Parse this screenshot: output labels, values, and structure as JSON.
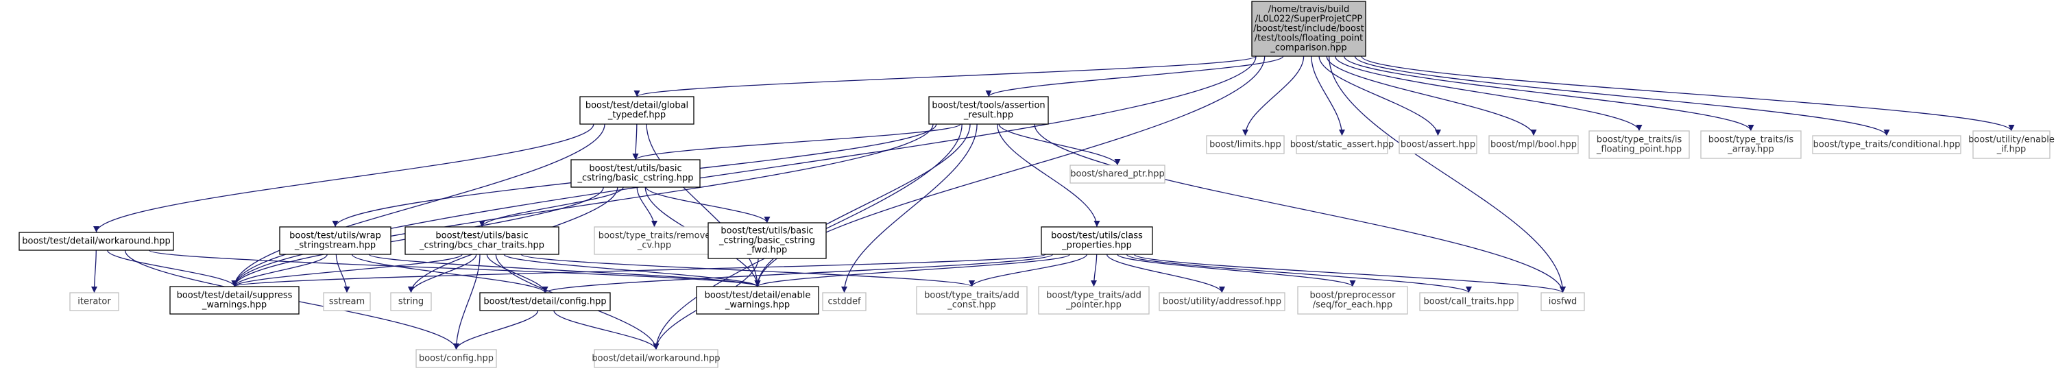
{
  "diagram": {
    "colors": {
      "edge": "#191970",
      "root_fill": "#bfbfbf",
      "external_border": "#bfbfbf",
      "internal_border": "#000000"
    },
    "nodes": [
      {
        "id": "root",
        "kind": "root",
        "lines": [
          "/home/travis/build",
          "/L0L022/SuperProjetCPP",
          "/boost/test/include/boost",
          "/test/tools/floating_point",
          "_comparison.hpp"
        ]
      },
      {
        "id": "global_typedef",
        "kind": "main",
        "lines": [
          "boost/test/detail/global",
          "_typedef.hpp"
        ]
      },
      {
        "id": "assertion_result",
        "kind": "main",
        "lines": [
          "boost/test/tools/assertion",
          "_result.hpp"
        ]
      },
      {
        "id": "limits",
        "kind": "ext",
        "lines": [
          "boost/limits.hpp"
        ]
      },
      {
        "id": "static_assert",
        "kind": "ext",
        "lines": [
          "boost/static_assert.hpp"
        ]
      },
      {
        "id": "assert",
        "kind": "ext",
        "lines": [
          "boost/assert.hpp"
        ]
      },
      {
        "id": "mpl_bool",
        "kind": "ext",
        "lines": [
          "boost/mpl/bool.hpp"
        ]
      },
      {
        "id": "is_floating_point",
        "kind": "ext",
        "lines": [
          "boost/type_traits/is",
          "_floating_point.hpp"
        ]
      },
      {
        "id": "is_array",
        "kind": "ext",
        "lines": [
          "boost/type_traits/is",
          "_array.hpp"
        ]
      },
      {
        "id": "conditional",
        "kind": "ext",
        "lines": [
          "boost/type_traits/conditional.hpp"
        ]
      },
      {
        "id": "enable_if",
        "kind": "ext",
        "lines": [
          "boost/utility/enable",
          "_if.hpp"
        ]
      },
      {
        "id": "basic_cstring",
        "kind": "main",
        "lines": [
          "boost/test/utils/basic",
          "_cstring/basic_cstring.hpp"
        ]
      },
      {
        "id": "shared_ptr",
        "kind": "ext",
        "lines": [
          "boost/shared_ptr.hpp"
        ]
      },
      {
        "id": "workaround_test",
        "kind": "main",
        "lines": [
          "boost/test/detail/workaround.hpp"
        ]
      },
      {
        "id": "wrap_stringstream",
        "kind": "main",
        "lines": [
          "boost/test/utils/wrap",
          "_stringstream.hpp"
        ]
      },
      {
        "id": "bcs_char_traits",
        "kind": "main",
        "lines": [
          "boost/test/utils/basic",
          "_cstring/bcs_char_traits.hpp"
        ]
      },
      {
        "id": "remove_cv",
        "kind": "ext",
        "lines": [
          "boost/type_traits/remove",
          "_cv.hpp"
        ]
      },
      {
        "id": "basic_cstring_fwd",
        "kind": "main",
        "lines": [
          "boost/test/utils/basic",
          "_cstring/basic_cstring",
          "_fwd.hpp"
        ]
      },
      {
        "id": "class_properties",
        "kind": "main",
        "lines": [
          "boost/test/utils/class",
          "_properties.hpp"
        ]
      },
      {
        "id": "iterator",
        "kind": "ext",
        "lines": [
          "iterator"
        ]
      },
      {
        "id": "suppress_warnings",
        "kind": "main",
        "lines": [
          "boost/test/detail/suppress",
          "_warnings.hpp"
        ]
      },
      {
        "id": "sstream",
        "kind": "ext",
        "lines": [
          "sstream"
        ]
      },
      {
        "id": "string",
        "kind": "ext",
        "lines": [
          "string"
        ]
      },
      {
        "id": "config_test",
        "kind": "main",
        "lines": [
          "boost/test/detail/config.hpp"
        ]
      },
      {
        "id": "enable_warnings",
        "kind": "main",
        "lines": [
          "boost/test/detail/enable",
          "_warnings.hpp"
        ]
      },
      {
        "id": "cstddef",
        "kind": "ext",
        "lines": [
          "cstddef"
        ]
      },
      {
        "id": "add_const",
        "kind": "ext",
        "lines": [
          "boost/type_traits/add",
          "_const.hpp"
        ]
      },
      {
        "id": "add_pointer",
        "kind": "ext",
        "lines": [
          "boost/type_traits/add",
          "_pointer.hpp"
        ]
      },
      {
        "id": "addressof",
        "kind": "ext",
        "lines": [
          "boost/utility/addressof.hpp"
        ]
      },
      {
        "id": "seq_for_each",
        "kind": "ext",
        "lines": [
          "boost/preprocessor",
          "/seq/for_each.hpp"
        ]
      },
      {
        "id": "call_traits",
        "kind": "ext",
        "lines": [
          "boost/call_traits.hpp"
        ]
      },
      {
        "id": "iosfwd",
        "kind": "ext",
        "lines": [
          "iosfwd"
        ]
      },
      {
        "id": "boost_config",
        "kind": "ext",
        "lines": [
          "boost/config.hpp"
        ]
      },
      {
        "id": "detail_workaround",
        "kind": "ext",
        "lines": [
          "boost/detail/workaround.hpp"
        ]
      }
    ],
    "edges": [
      [
        "root",
        "global_typedef"
      ],
      [
        "root",
        "assertion_result"
      ],
      [
        "root",
        "limits"
      ],
      [
        "root",
        "static_assert"
      ],
      [
        "root",
        "assert"
      ],
      [
        "root",
        "mpl_bool"
      ],
      [
        "root",
        "is_floating_point"
      ],
      [
        "root",
        "is_array"
      ],
      [
        "root",
        "conditional"
      ],
      [
        "root",
        "enable_if"
      ],
      [
        "root",
        "suppress_warnings"
      ],
      [
        "root",
        "enable_warnings"
      ],
      [
        "root",
        "iosfwd"
      ],
      [
        "global_typedef",
        "basic_cstring"
      ],
      [
        "global_typedef",
        "workaround_test"
      ],
      [
        "global_typedef",
        "suppress_warnings"
      ],
      [
        "global_typedef",
        "enable_warnings"
      ],
      [
        "assertion_result",
        "basic_cstring"
      ],
      [
        "assertion_result",
        "shared_ptr"
      ],
      [
        "assertion_result",
        "wrap_stringstream"
      ],
      [
        "assertion_result",
        "class_properties"
      ],
      [
        "assertion_result",
        "suppress_warnings"
      ],
      [
        "assertion_result",
        "enable_warnings"
      ],
      [
        "assertion_result",
        "cstddef"
      ],
      [
        "assertion_result",
        "iosfwd"
      ],
      [
        "assertion_result",
        "detail_workaround"
      ],
      [
        "basic_cstring",
        "bcs_char_traits"
      ],
      [
        "basic_cstring",
        "remove_cv"
      ],
      [
        "basic_cstring",
        "basic_cstring_fwd"
      ],
      [
        "basic_cstring",
        "suppress_warnings"
      ],
      [
        "basic_cstring",
        "enable_warnings"
      ],
      [
        "basic_cstring",
        "string"
      ],
      [
        "workaround_test",
        "iterator"
      ],
      [
        "workaround_test",
        "suppress_warnings"
      ],
      [
        "workaround_test",
        "enable_warnings"
      ],
      [
        "workaround_test",
        "boost_config"
      ],
      [
        "wrap_stringstream",
        "sstream"
      ],
      [
        "wrap_stringstream",
        "suppress_warnings"
      ],
      [
        "wrap_stringstream",
        "config_test"
      ],
      [
        "wrap_stringstream",
        "enable_warnings"
      ],
      [
        "bcs_char_traits",
        "config_test"
      ],
      [
        "bcs_char_traits",
        "add_const"
      ],
      [
        "bcs_char_traits",
        "detail_workaround"
      ],
      [
        "bcs_char_traits",
        "string"
      ],
      [
        "bcs_char_traits",
        "suppress_warnings"
      ],
      [
        "bcs_char_traits",
        "enable_warnings"
      ],
      [
        "bcs_char_traits",
        "boost_config"
      ],
      [
        "basic_cstring_fwd",
        "detail_workaround"
      ],
      [
        "class_properties",
        "config_test"
      ],
      [
        "class_properties",
        "suppress_warnings"
      ],
      [
        "class_properties",
        "enable_warnings"
      ],
      [
        "class_properties",
        "add_const"
      ],
      [
        "class_properties",
        "add_pointer"
      ],
      [
        "class_properties",
        "addressof"
      ],
      [
        "class_properties",
        "seq_for_each"
      ],
      [
        "class_properties",
        "call_traits"
      ],
      [
        "class_properties",
        "iosfwd"
      ],
      [
        "config_test",
        "boost_config"
      ],
      [
        "config_test",
        "detail_workaround"
      ]
    ]
  }
}
